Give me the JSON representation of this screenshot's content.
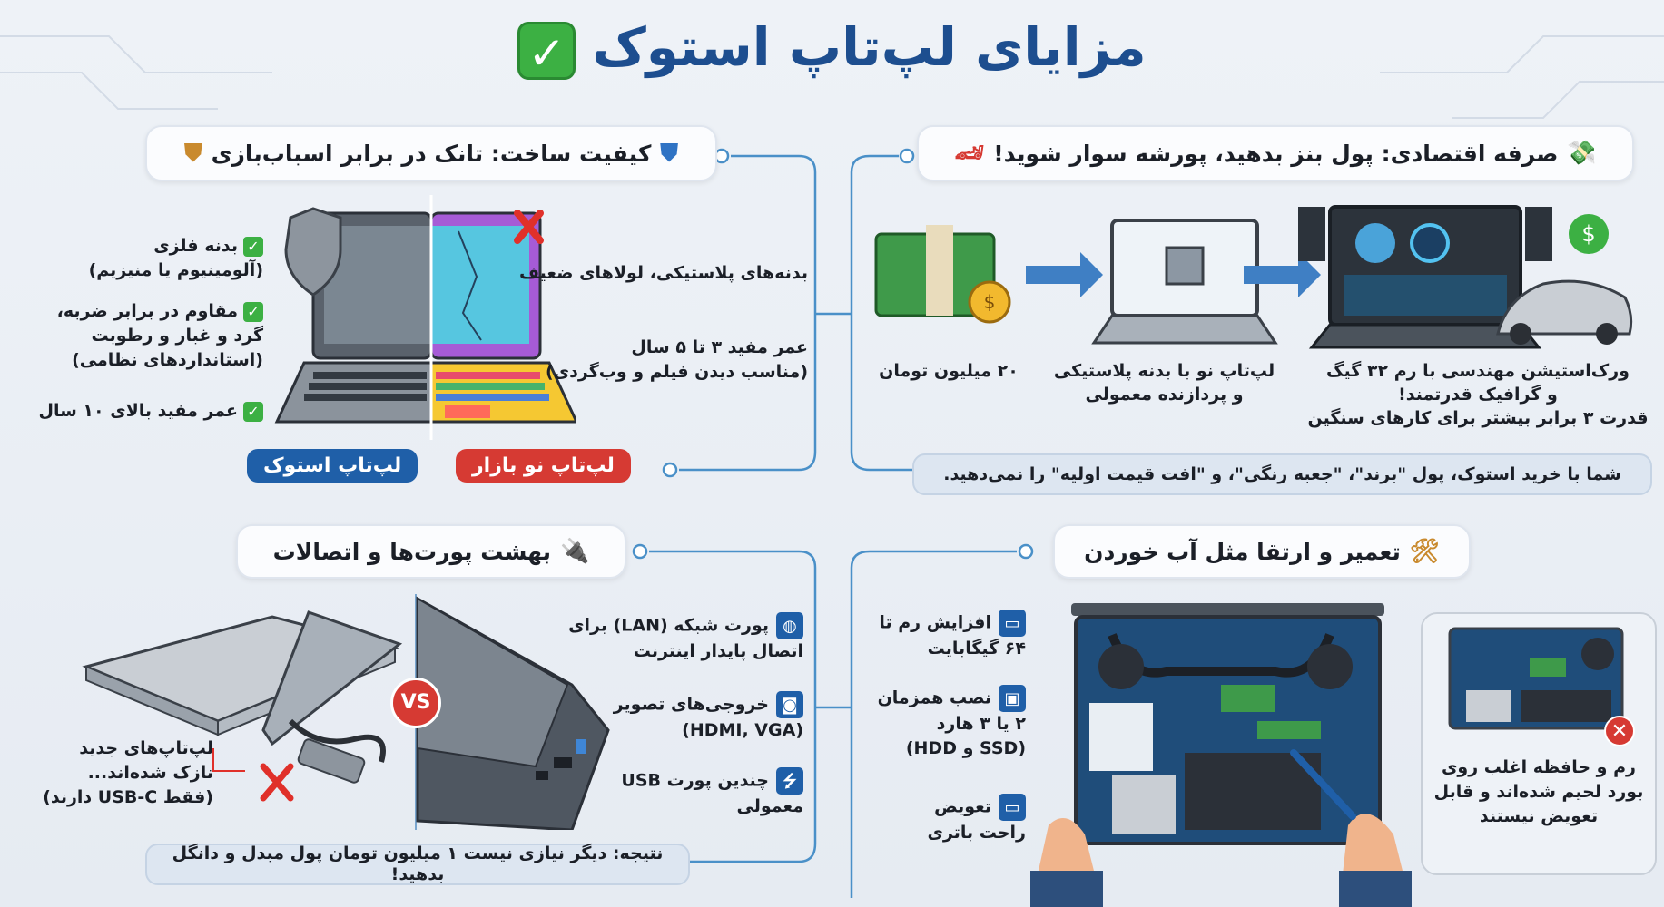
{
  "title": {
    "text": "مزایای لپ‌تاپ استوک",
    "icon": "check-mark-icon"
  },
  "colors": {
    "title": "#1d4e8f",
    "accent_blue": "#1f5fa8",
    "accent_red": "#d63a33",
    "check_green": "#3cb043",
    "connector": "#4a90c8"
  },
  "build_quality": {
    "header": "کیفیت ساخت: تانک در برابر اسباب‌بازی",
    "stock_points": [
      {
        "line1": "بدنه فلزی",
        "line2": "(آلومینیوم یا منیزیم)"
      },
      {
        "line1": "مقاوم در برابر ضربه،",
        "line2": "گرد و غبار و رطوبت",
        "line3": "(استانداردهای نظامی)"
      },
      {
        "line1": "عمر مفید بالای ۱۰ سال"
      }
    ],
    "new_points": [
      {
        "line1": "بدنه‌های پلاستیکی، لولاهای ضعیف"
      },
      {
        "line1": "عمر مفید ۳ تا ۵ سال",
        "line2": "(مناسب دیدن فیلم و وب‌گردی)"
      }
    ],
    "badge_stock": "لپ‌تاپ استوک",
    "badge_new": "لپ‌تاپ نو بازار"
  },
  "economy": {
    "header": "صرفه اقتصادی: پول بنز بدهید، پورشه سوار شوید!",
    "steps": [
      {
        "caption": "۲۰ میلیون تومان"
      },
      {
        "line1": "لپ‌تاپ نو با بدنه پلاستیکی",
        "line2": "و پردازنده معمولی"
      },
      {
        "line1": "ورک‌استیشن مهندسی با رم ۳۲ گیگ",
        "line2": "و گرافیک قدرتمند!",
        "line3": "قدرت ۳ برابر بیشتر برای کارهای سنگین"
      }
    ],
    "note": "شما با خرید استوک، پول \"برند\"، \"جعبه رنگی\"، و \"افت قیمت اولیه\" را نمی‌دهید."
  },
  "ports": {
    "header": "بهشت پورت‌ها و اتصالات",
    "vs": "VS",
    "features": [
      {
        "icon": "globe-icon",
        "line1": "پورت شبکه (LAN) برای",
        "line2": "اتصال پایدار اینترنت"
      },
      {
        "icon": "display-output-icon",
        "line1": "خروجی‌های تصویر",
        "line2": "(HDMI, VGA)"
      },
      {
        "icon": "usb-icon",
        "line1": "چندین پورت USB",
        "line2": "معمولی"
      }
    ],
    "thin_note": {
      "line1": "لپ‌تاپ‌های جدید",
      "line2": "نازک شده‌اند...",
      "line3": "(فقط USB-C دارند)"
    },
    "note": "نتیجه: دیگر نیازی نیست ۱ میلیون تومان پول مبدل و دانگل بدهید!"
  },
  "repair": {
    "header": "تعمیر و ارتقا مثل آب خوردن",
    "features": [
      {
        "icon": "ram-icon",
        "line1": "افزایش رم تا",
        "line2": "۶۴ گیگابایت"
      },
      {
        "icon": "hard-drive-icon",
        "line1": "نصب همزمان",
        "line2": "۲ یا ۳ هارد",
        "line3": "(SSD و HDD)"
      },
      {
        "icon": "battery-icon",
        "line1": "تعویض",
        "line2": "راحت باتری"
      }
    ],
    "callout": {
      "line1": "رم و حافظه اغلب روی",
      "line2": "بورد لحیم شده‌اند و قابل",
      "line3": "تعویض نیستند"
    }
  }
}
